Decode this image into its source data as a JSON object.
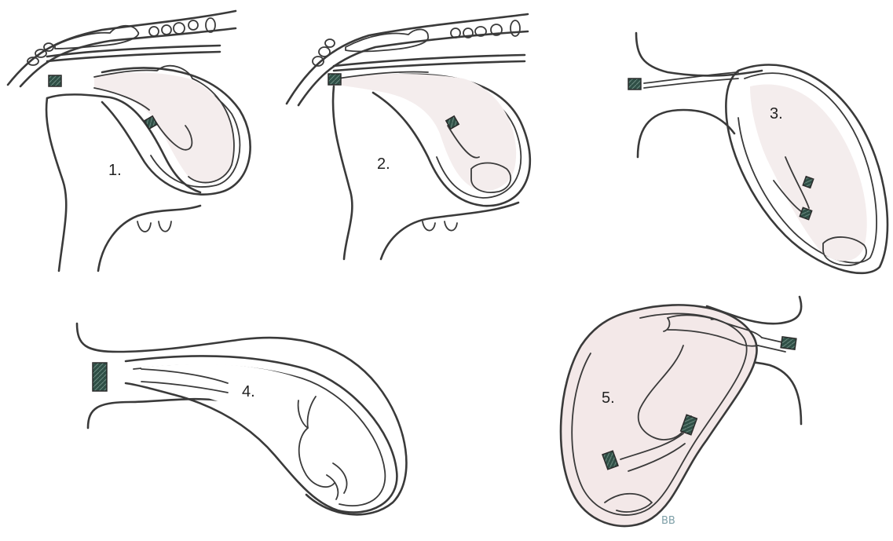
{
  "colors": {
    "line": "#3a3a3a",
    "hoof": "#2f4f46",
    "calf_fill": "#f4eded",
    "uterus_fill": "#f3e8e8",
    "background": "#ffffff"
  },
  "panels": [
    {
      "label": "1."
    },
    {
      "label": "2."
    },
    {
      "label": "3."
    },
    {
      "label": "4."
    },
    {
      "label": "5."
    }
  ],
  "panel5_mark": "-",
  "signature_initials": "BB"
}
